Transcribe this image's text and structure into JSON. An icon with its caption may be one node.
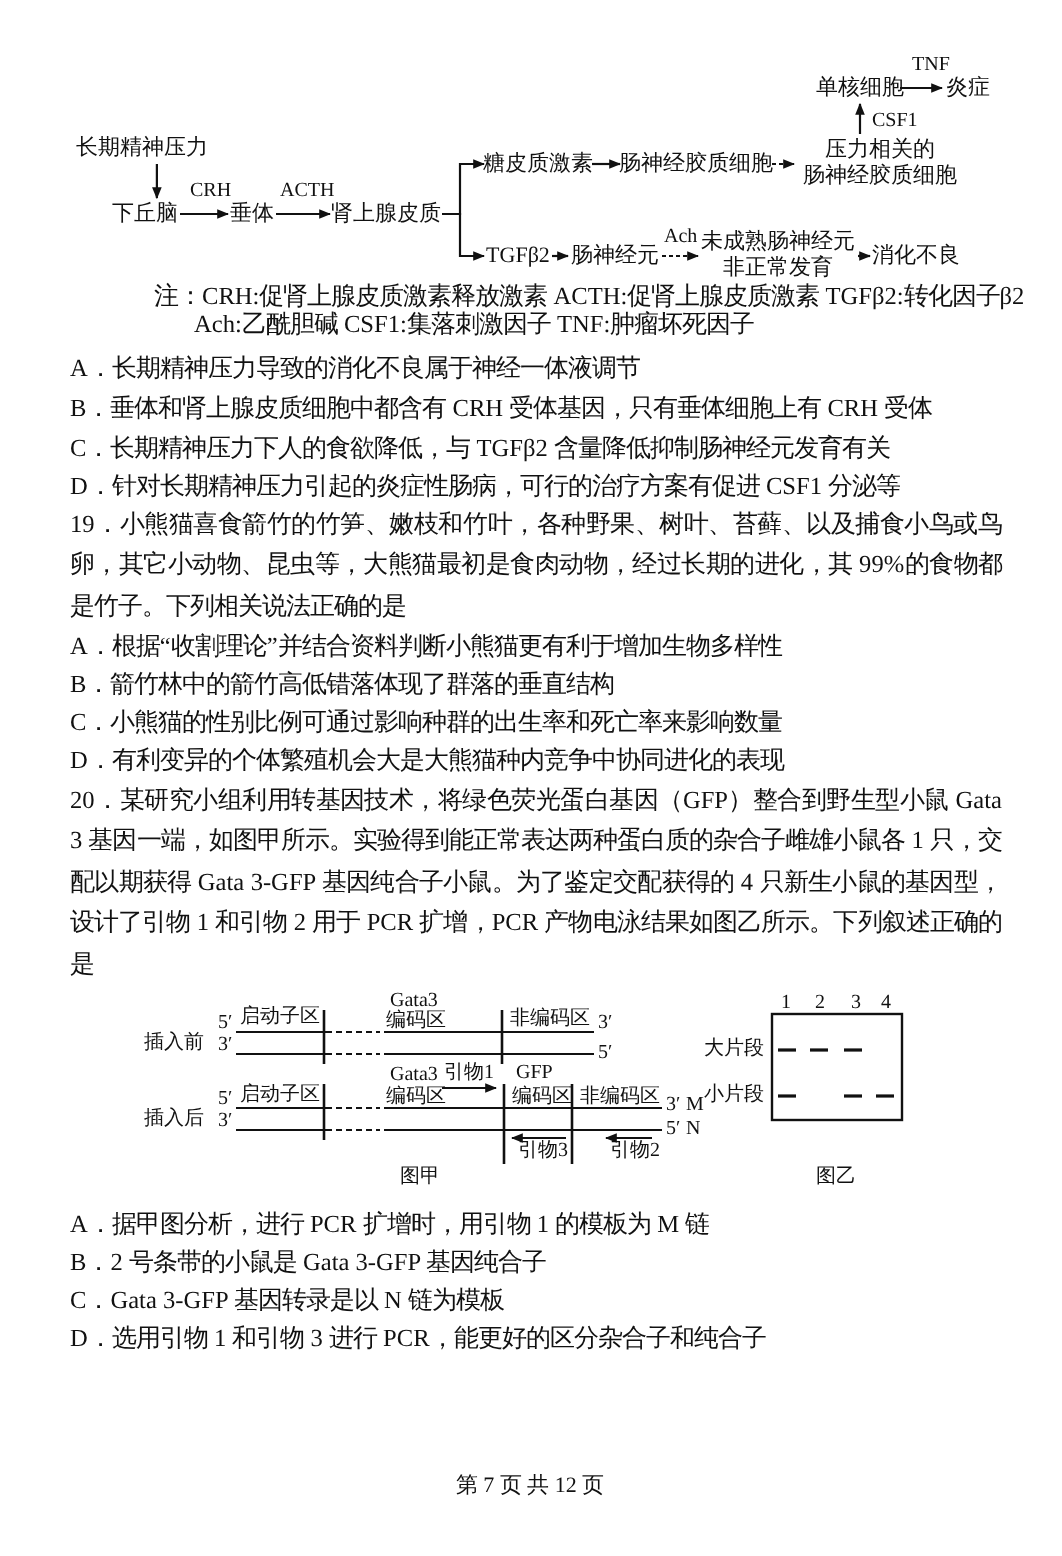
{
  "diagram": {
    "nodes": [
      {
        "text": [
          "长期精神压力"
        ]
      },
      {
        "text": [
          "下丘脑"
        ]
      },
      {
        "text": [
          "垂体"
        ]
      },
      {
        "text": [
          "肾上腺皮质"
        ]
      },
      {
        "text": [
          "糖皮质激素"
        ]
      },
      {
        "text": [
          "肠神经胶质细胞"
        ]
      },
      {
        "text": [
          "压力相关的肠神经胶质细胞"
        ]
      },
      {
        "text": [
          "单核细胞"
        ]
      },
      {
        "text": [
          "炎症"
        ]
      },
      {
        "text": [
          "TGFβ2"
        ]
      },
      {
        "text": [
          "肠神经元"
        ]
      },
      {
        "text": [
          "未成熟肠神经元非正常发育"
        ]
      },
      {
        "text": [
          "消化不良"
        ]
      }
    ],
    "edges": [
      {
        "from": 0,
        "to": 1,
        "arrow": "to"
      },
      {
        "from": 1,
        "to": 2,
        "arrow": "to",
        "label": "CRH"
      },
      {
        "from": 2,
        "to": 3,
        "arrow": "to",
        "label": "ACTH"
      },
      {
        "from": 3,
        "to": 4,
        "arrow": "to"
      },
      {
        "from": 3,
        "to": 9,
        "arrow": "to"
      },
      {
        "from": 4,
        "to": 5,
        "arrow": "to"
      },
      {
        "from": 5,
        "to": 6,
        "arrow": "to",
        "style": "dashed"
      },
      {
        "from": 6,
        "to": 7,
        "arrow": "to",
        "label": "CSF1"
      },
      {
        "from": 7,
        "to": 8,
        "arrow": "to",
        "label": "TNF"
      },
      {
        "from": 9,
        "to": 10,
        "arrow": "to"
      },
      {
        "from": 10,
        "to": 11,
        "arrow": "to",
        "label": "Ach",
        "style": "dashed"
      },
      {
        "from": 11,
        "to": 12,
        "arrow": "to"
      }
    ],
    "labels": [
      "注：CRH:促肾上腺皮质激素释放激素 ACTH:促肾上腺皮质激素 TGFβ2:转化因子β2",
      "Ach:乙酰胆碱 CSF1:集落刺激因子 TNF:肿瘤坏死因子",
      "A．长期精神压力导致的消化不良属于神经一体液调节",
      "B．垂体和肾上腺皮质细胞中都含有 CRH 受体基因，只有垂体细胞上有 CRH 受体",
      "C．长期精神压力下人的食欲降低，与 TGFβ2 含量降低抑制肠神经元发育有关",
      "D．针对长期精神压力引起的炎症性肠病，可行的治疗方案有促进 CSF1 分泌等",
      "19．小熊猫喜食箭竹的竹笋、嫩枝和竹叶，各种野果、树叶、苔藓、以及捕食小鸟或鸟卵，其它小动物、昆虫等，大熊猫最初是食肉动物，经过长期的进化，其 99%的食物都是竹子。下列相关说法正确的是",
      "A．根据“收割理论”并结合资料判断小熊猫更有利于增加生物多样性",
      "B．箭竹林中的箭竹高低错落体现了群落的垂直结构",
      "C．小熊猫的性别比例可通过影响种群的出生率和死亡率来影响数量",
      "D．有利变异的个体繁殖机会大是大熊猫种内竞争中协同进化的表现",
      "20．某研究小组利用转基因技术，将绿色荧光蛋白基因（GFP）整合到野生型小鼠 Gata 3 基因一端，如图甲所示。实验得到能正常表达两种蛋白质的杂合子雌雄小鼠各 1 只，交配以期获得 Gata 3-GFP 基因纯合子小鼠。为了鉴定交配获得的 4 只新生小鼠的基因型，设计了引物 1 和引物 2 用于 PCR 扩增，PCR 产物电泳结果如图乙所示。下列叙述正确的是",
      "5′",
      "启动子区",
      "Gata3",
      "编码区",
      "非编码区",
      "3′",
      "插入前",
      "3′",
      "5′",
      "Gata3",
      "引物1",
      "GFP",
      "5′",
      "启动子区",
      "编码区",
      "编码区",
      "非编码区",
      "3′",
      "M",
      "插入后",
      "3′",
      "5′",
      "N",
      "引物3",
      "引物2",
      "图甲",
      "1",
      "2",
      "3",
      "4",
      "大片段",
      "小片段",
      "图乙",
      "A．据甲图分析，进行 PCR 扩增时，用引物 1 的模板为 M 链",
      "B．2 号条带的小鼠是 Gata 3-GFP 基因纯合子",
      "C．Gata 3-GFP 基因转录是以 N 链为模板",
      "D．选用引物 1 和引物 3 进行 PCR，能更好的区分杂合子和纯合子",
      "第 7 页 共 12 页"
    ]
  }
}
